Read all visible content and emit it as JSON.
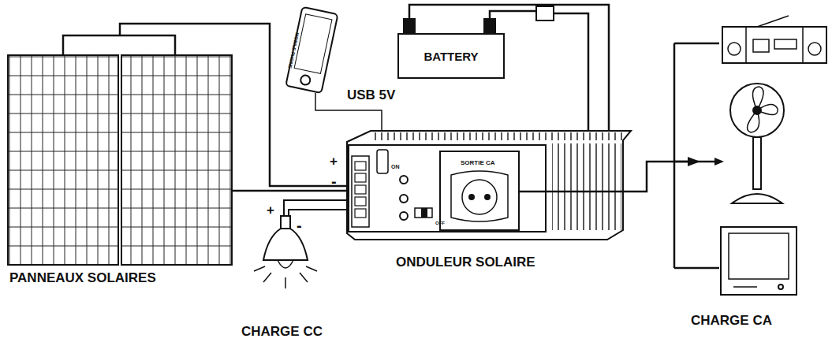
{
  "diagram": {
    "nodes": [
      {
        "text": [
          "BATTERY"
        ]
      }
    ],
    "labels": [
      "PANNEAUX SOLAIRES",
      "USB 5V",
      "SORTIE CA",
      "ONDULEUR SOLAIRE",
      "CHARGE CA",
      "CHARGE CC",
      "+",
      "-",
      "+",
      "-",
      "-",
      "+",
      "MOBILE PHONE",
      "ON",
      "OFF"
    ]
  }
}
